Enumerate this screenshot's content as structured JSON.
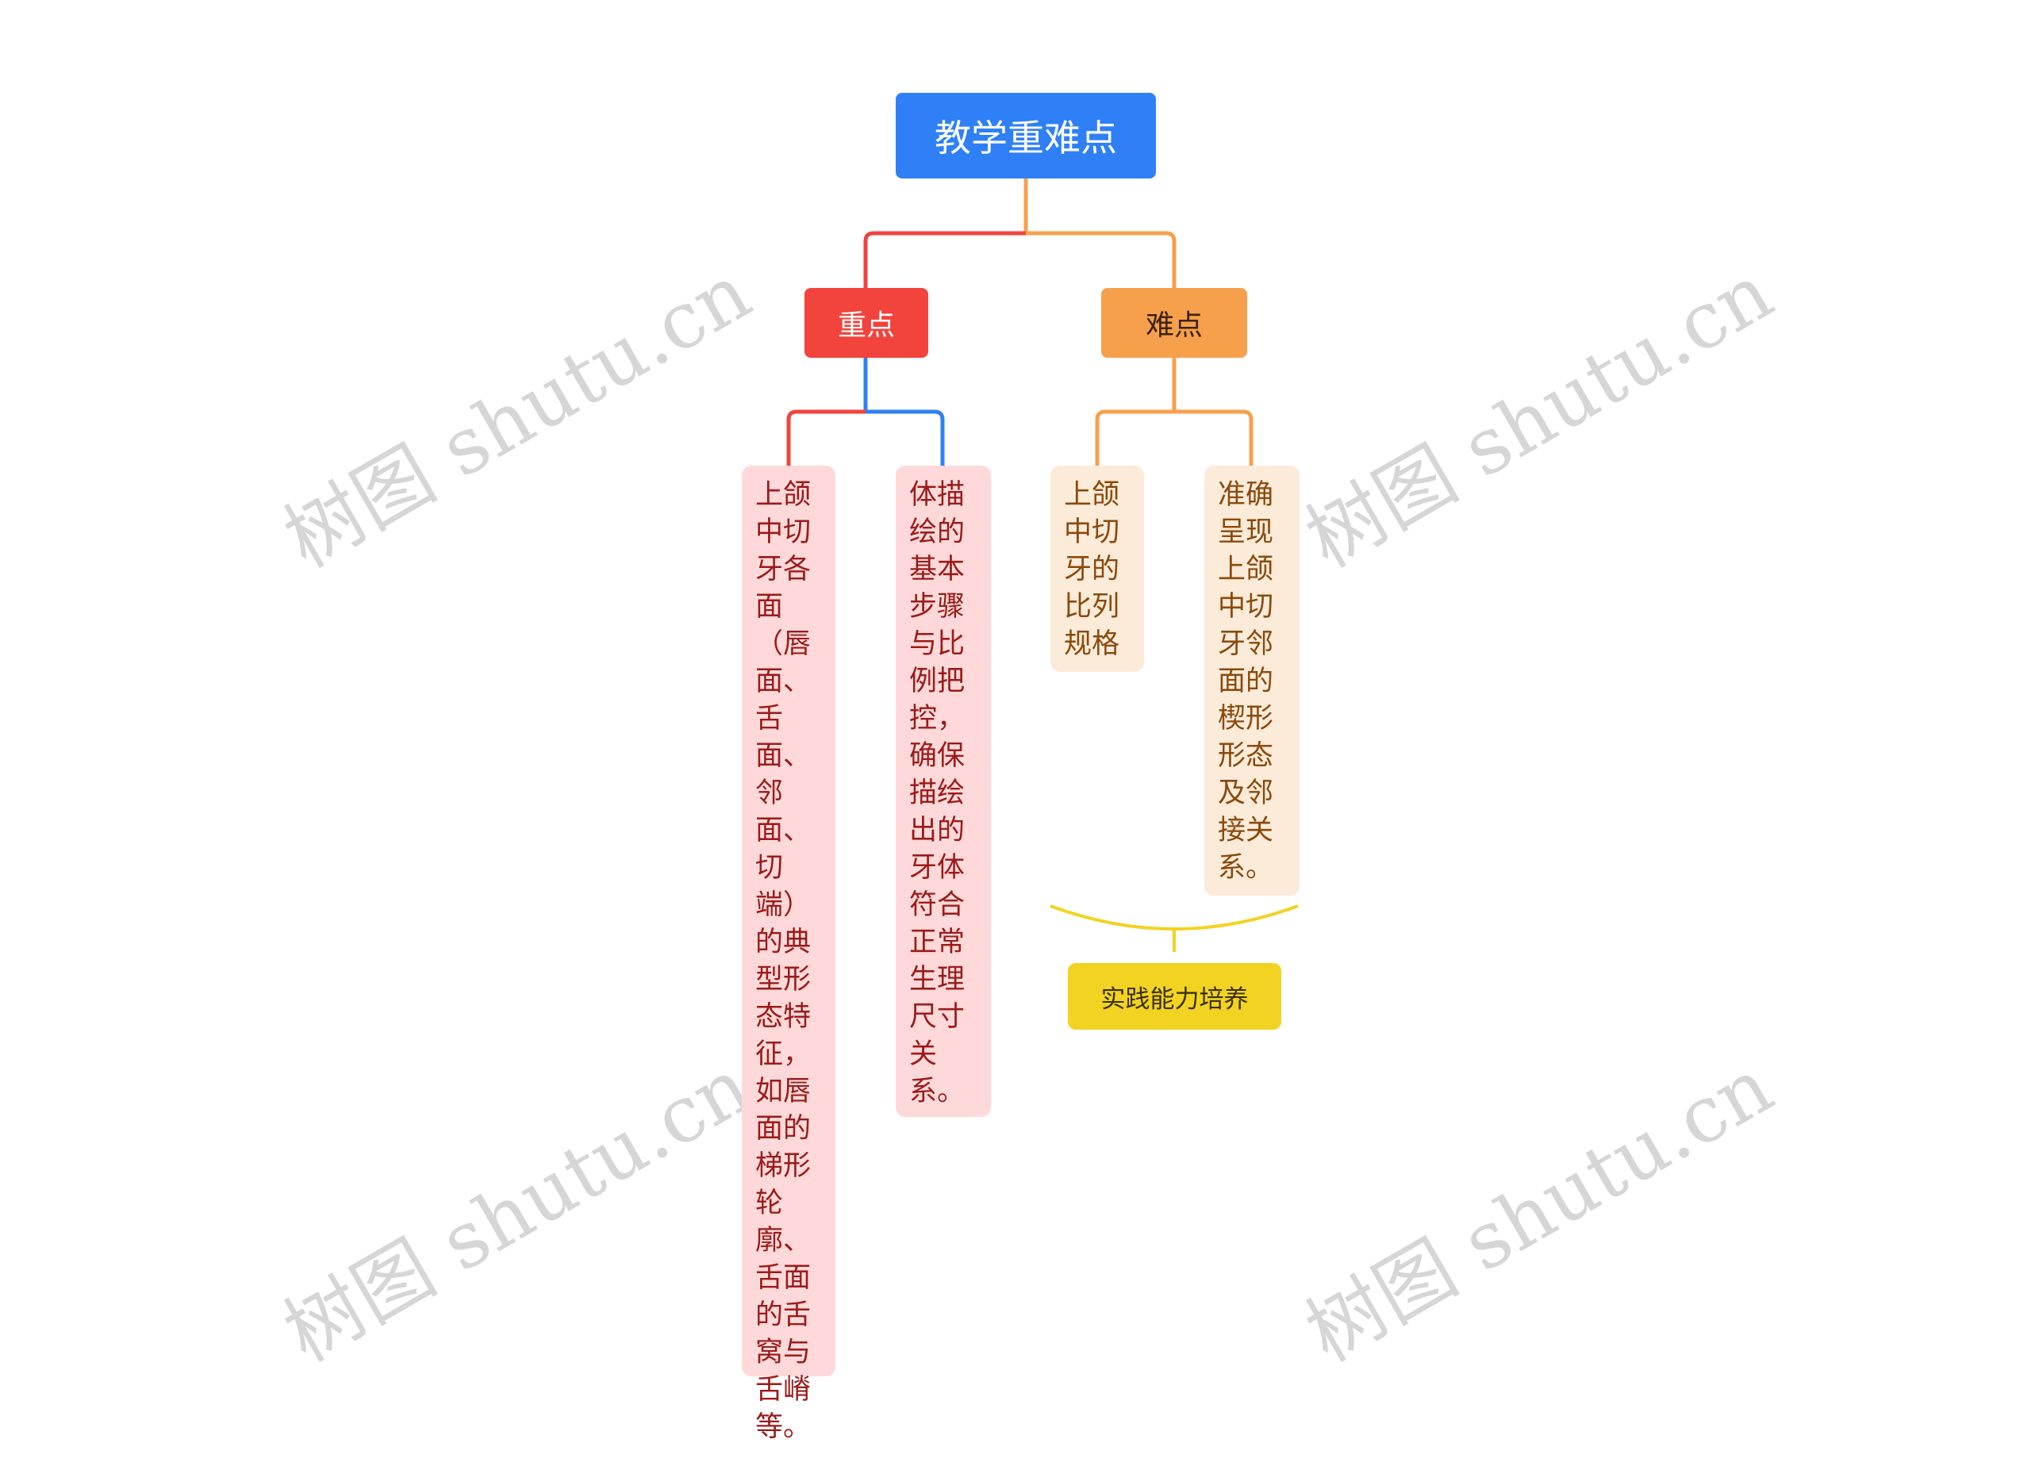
{
  "root": {
    "label": "教学重难点",
    "color": "#2f80f7"
  },
  "branches": [
    {
      "label": "重点",
      "color": "#f2433d",
      "children": [
        "上颌中切牙各面（唇面、舌面、邻面、切端）的典型形态特征，如唇面的梯形轮廓、舌面的舌窝与舌嵴等。",
        "体描绘的基本步骤与比例把控，确保描绘出的牙体符合正常生理尺寸关系。"
      ]
    },
    {
      "label": "难点",
      "color": "#f7a04c",
      "children": [
        "上颌中切牙的比列规格",
        "准确呈现上颌中切牙邻面的楔形形态及邻接关系。"
      ]
    }
  ],
  "summary": {
    "label": "实践能力培养",
    "color": "#f2d321"
  },
  "watermark": "树图 shutu.cn"
}
